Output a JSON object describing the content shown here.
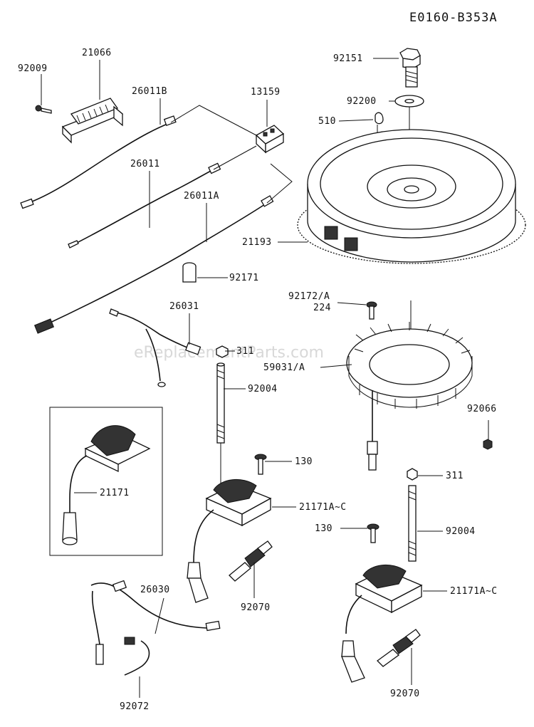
{
  "diagram_code": "E0160-B353A",
  "watermark": "eReplacementParts.com",
  "callouts": {
    "p21066": "21066",
    "p92009": "92009",
    "p26011B": "26011B",
    "p13159": "13159",
    "p26011": "26011",
    "p26011A": "26011A",
    "p92151": "92151",
    "p92200": "92200",
    "p510": "510",
    "p21193": "21193",
    "p92171": "92171",
    "p92172A": "92172/A",
    "p224": "224",
    "p26031": "26031",
    "p311a": "311",
    "p59031A": "59031/A",
    "p92004a": "92004",
    "p92066": "92066",
    "p130a": "130",
    "p21171": "21171",
    "p311b": "311",
    "p21171Ca": "21171A~C",
    "p130b": "130",
    "p92004b": "92004",
    "p26030": "26030",
    "p92070a": "92070",
    "p21171Cb": "21171A~C",
    "p92072": "92072",
    "p92070b": "92070"
  }
}
